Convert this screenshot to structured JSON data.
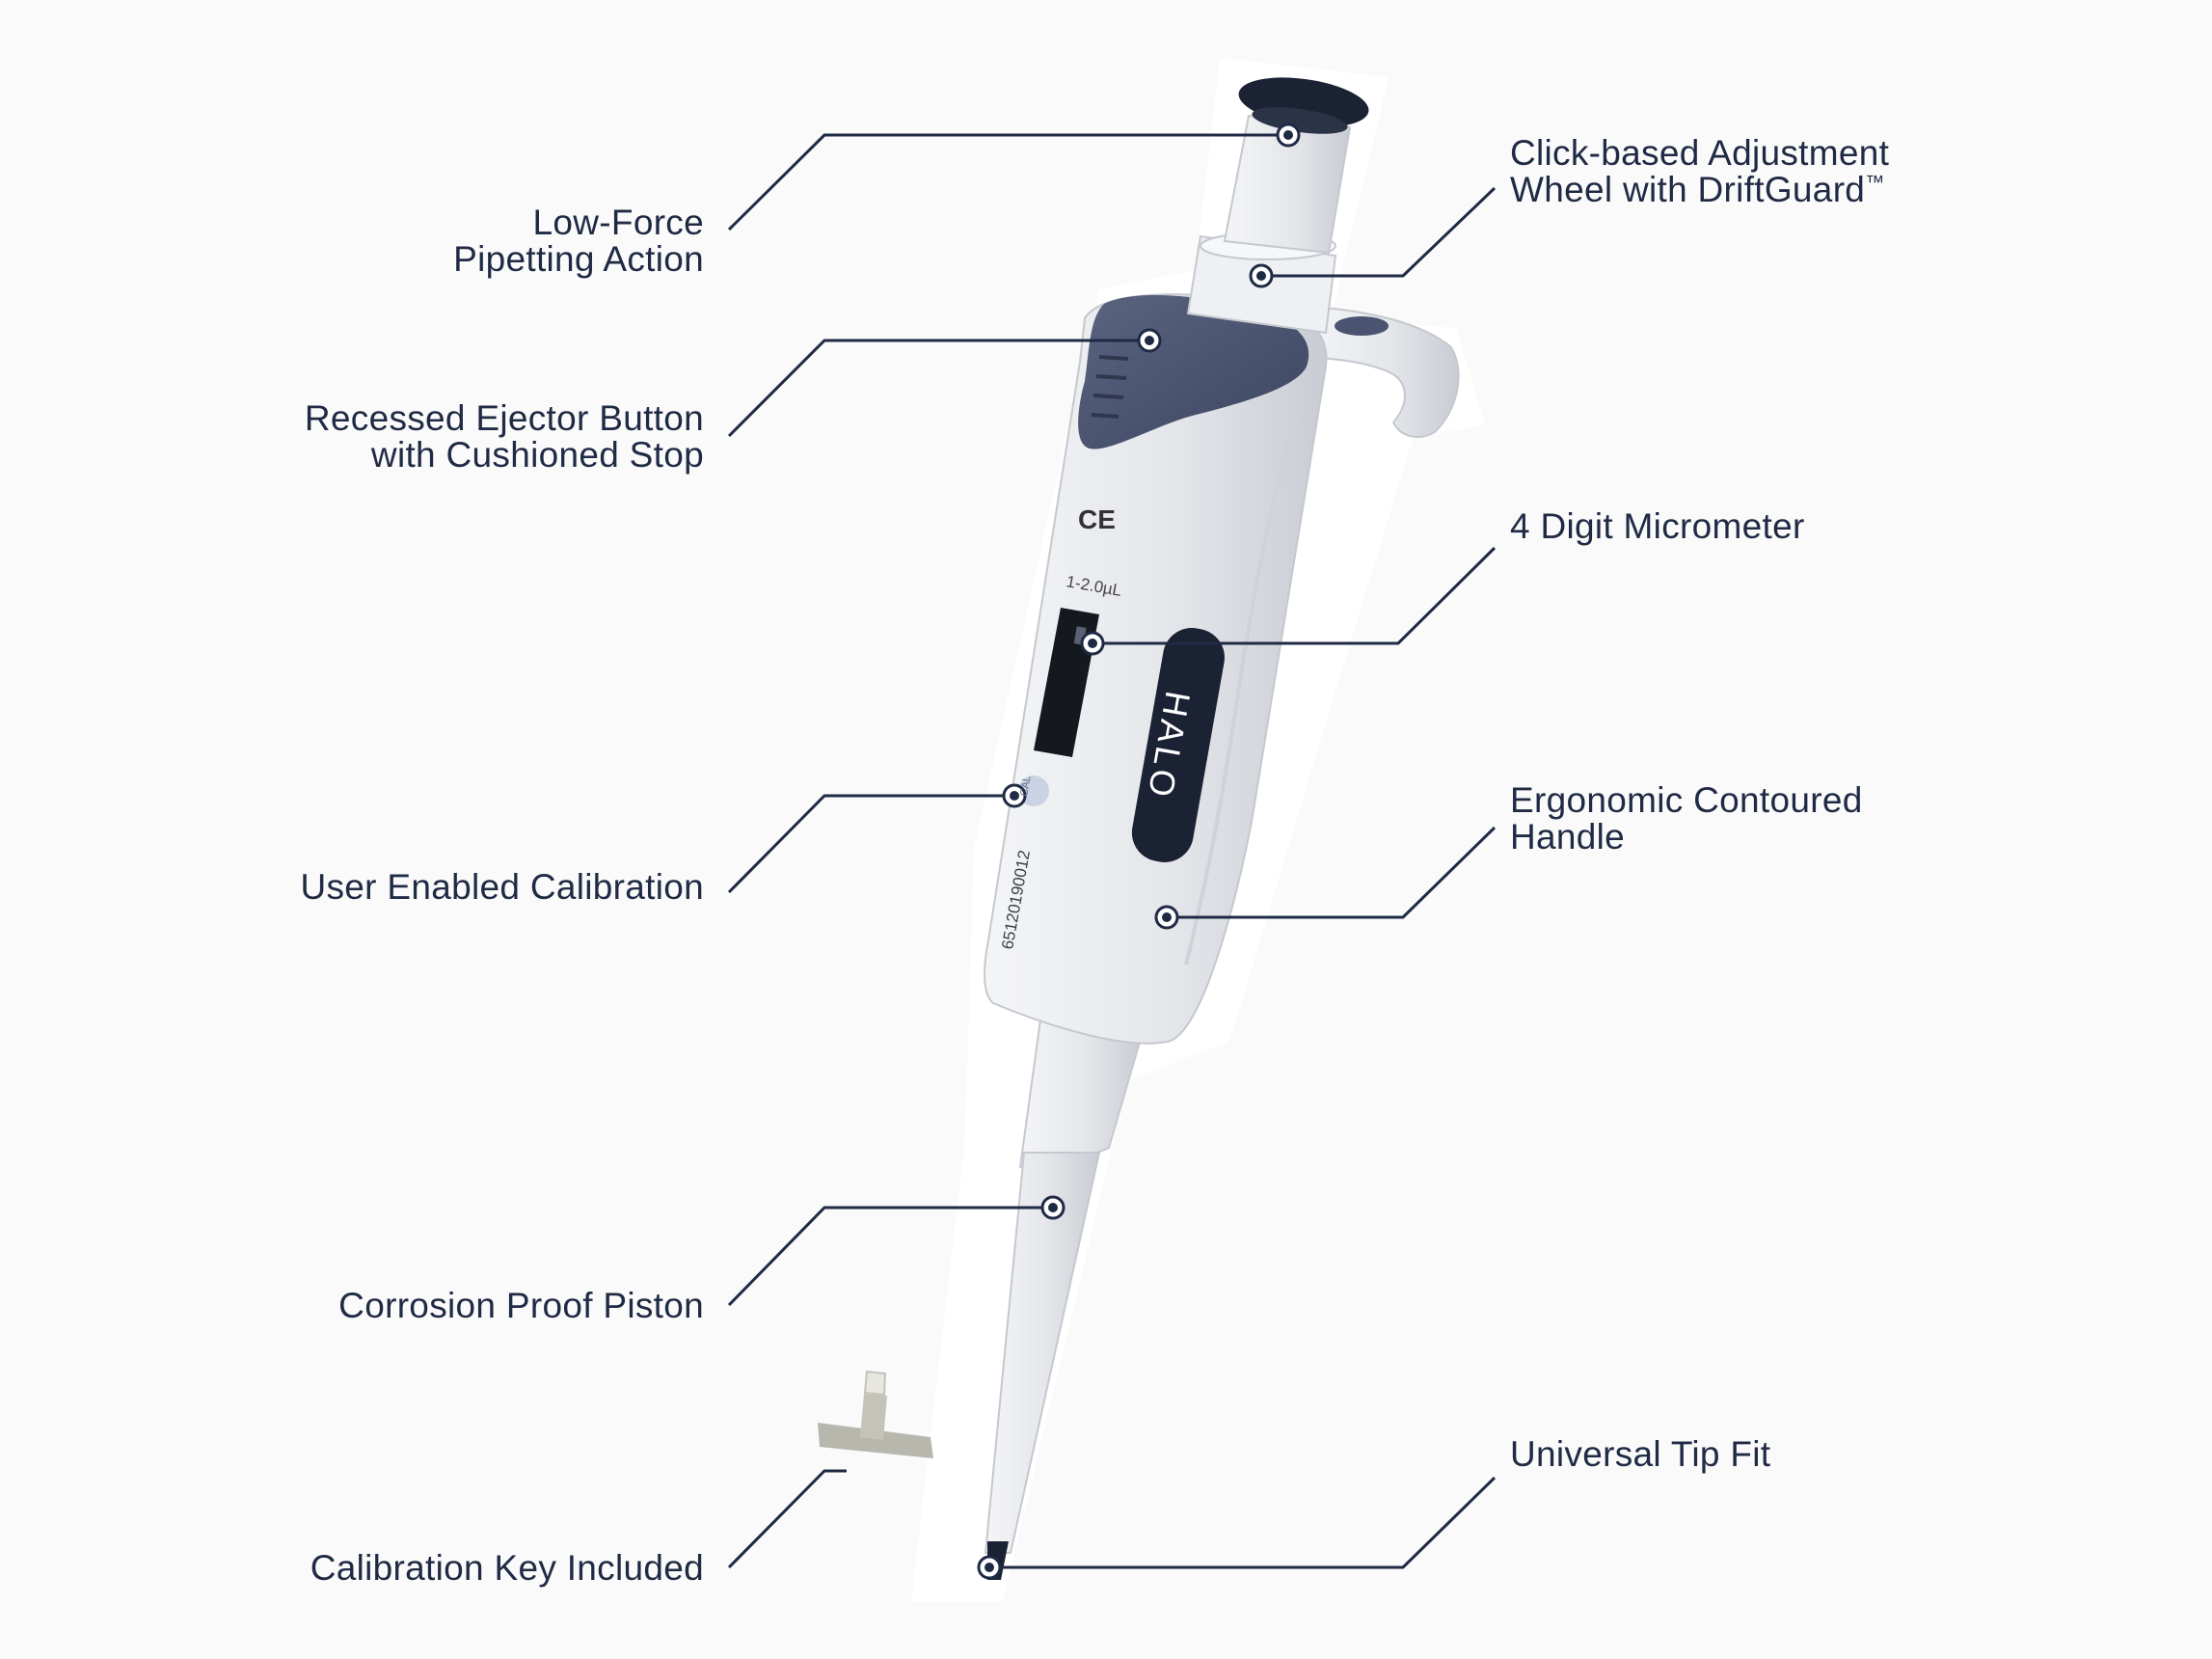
{
  "product": {
    "brand_mark": "HALO",
    "serial": "65120190012",
    "volume_range": "1-2.0µL",
    "ce_mark": "CE",
    "cal_badge": "CAL"
  },
  "callouts": {
    "low_force": {
      "line1": "Low-Force",
      "line2": "Pipetting Action"
    },
    "ejector": {
      "line1": "Recessed Ejector Button",
      "line2": "with Cushioned Stop"
    },
    "calibration": {
      "line1": "User Enabled Calibration"
    },
    "piston": {
      "line1": "Corrosion Proof Piston"
    },
    "cal_key": {
      "line1": "Calibration Key Included"
    },
    "adjust_wheel": {
      "line1": "Click-based Adjustment",
      "line2": "Wheel with DriftGuard",
      "tm": "™"
    },
    "micrometer": {
      "line1": "4 Digit Micrometer"
    },
    "handle": {
      "line1": "Ergonomic Contoured",
      "line2": "Handle"
    },
    "tip_fit": {
      "line1": "Universal Tip Fit"
    }
  },
  "colors": {
    "line": "#1f2a44",
    "body": "#e6e8ec",
    "accent_dark": "#4a5470",
    "plunger_cap": "#1b2233"
  }
}
